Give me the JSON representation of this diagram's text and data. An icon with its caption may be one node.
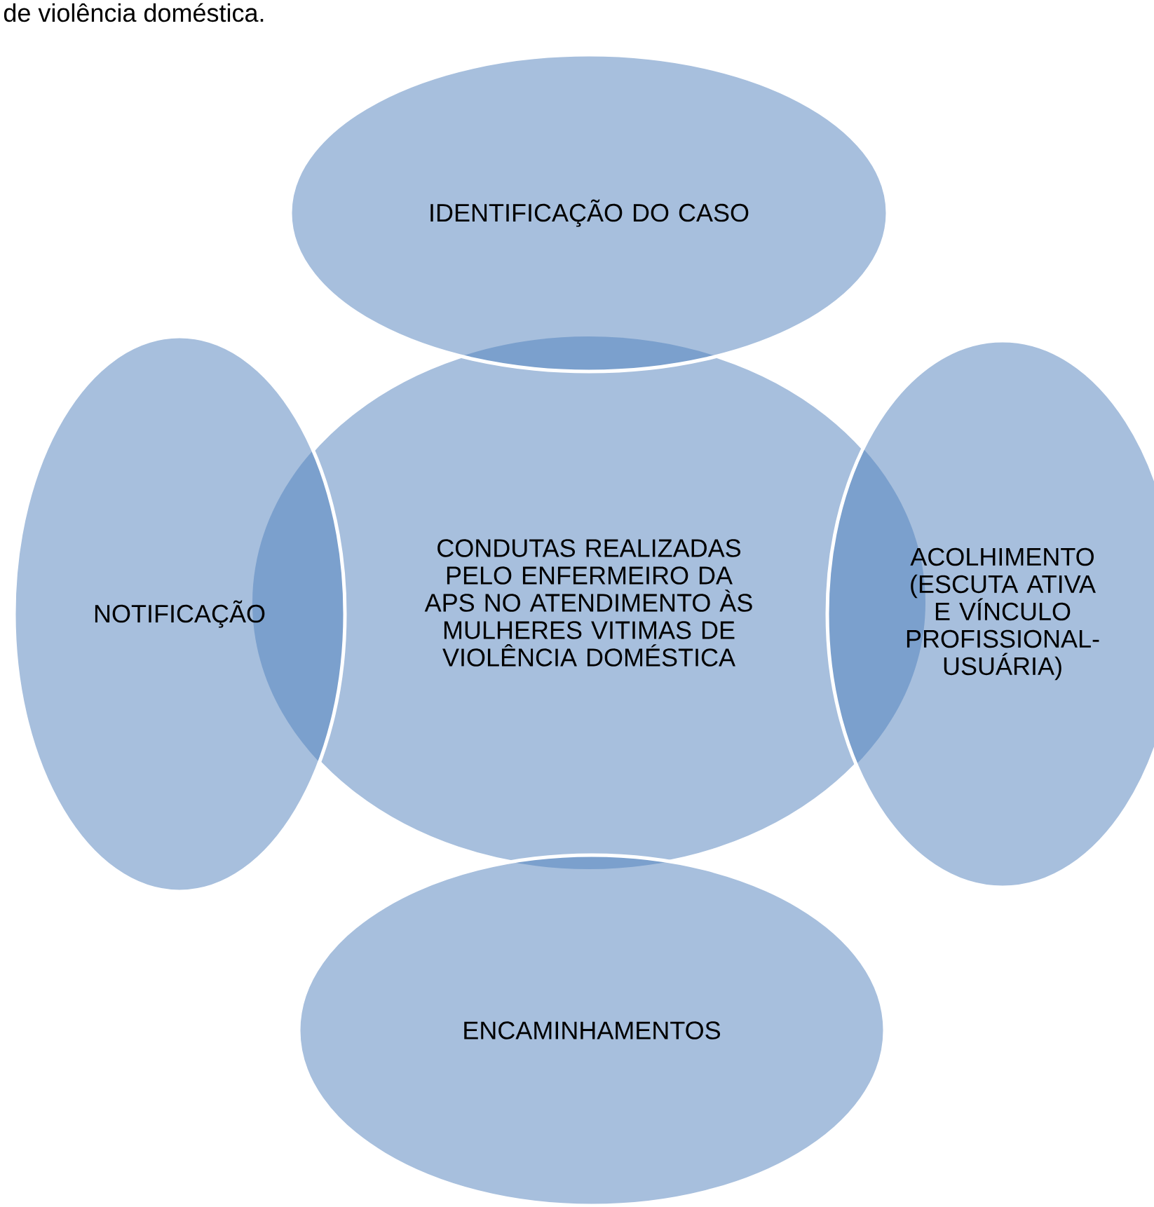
{
  "diagram": {
    "nodes": [
      {
        "text": [
          "IDENTIFICAÇÃO DO CASO"
        ]
      },
      {
        "text": [
          "NOTIFICAÇÃO"
        ]
      },
      {
        "text": [
          "CONDUTAS REALIZADAS PELO ENFERMEIRO DA APS NO ATENDIMENTO ÀS MULHERES VITIMAS DE VIOLÊNCIA DOMÉSTICA"
        ]
      },
      {
        "text": [
          "ACOLHIMENTO (ESCUTA ATIVA E VÍNCULO PROFISSIONAL-USUÁRIA)"
        ]
      },
      {
        "text": [
          "ENCAMINHAMENTOS"
        ]
      }
    ],
    "labels": [
      "de violência doméstica."
    ]
  }
}
